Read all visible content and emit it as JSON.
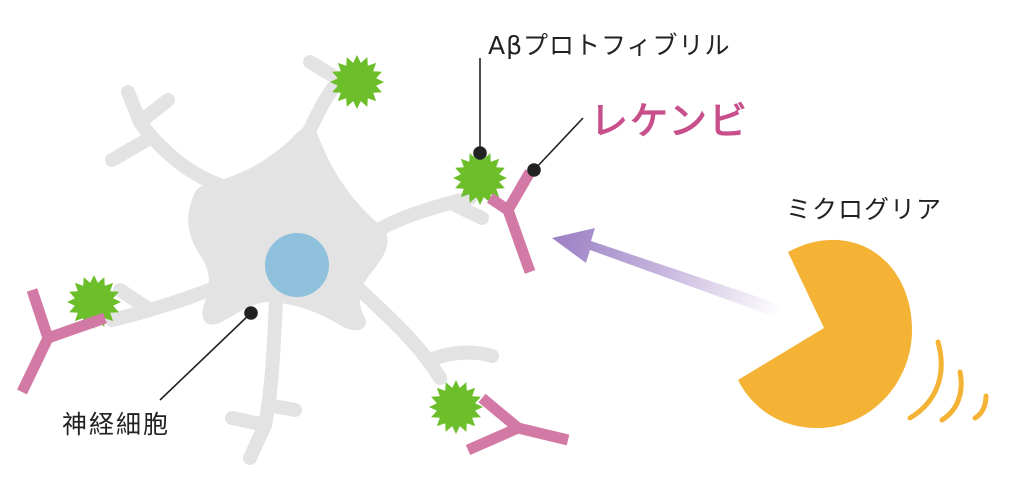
{
  "labels": {
    "protofibril": "Aβプロトフィブリル",
    "lecanemab": "レケンビ",
    "microglia": "ミクログリア",
    "neuron": "神経細胞"
  },
  "colors": {
    "neuron_body": "#e3e3e3",
    "nucleus": "#8fc1dc",
    "amyloid": "#6cbf2b",
    "antibody": "#d27aa5",
    "lecanemab_text": "#c8508a",
    "microglia": "#f5b335",
    "arrow": "#9b7fc4",
    "leader_line": "#222222"
  },
  "icons": {
    "amyloid": "spiky-star-icon",
    "antibody": "y-shaped-antibody-icon",
    "microglia": "pacman-shape-icon",
    "motion": "motion-lines-icon",
    "arrow": "gradient-arrow-icon"
  }
}
